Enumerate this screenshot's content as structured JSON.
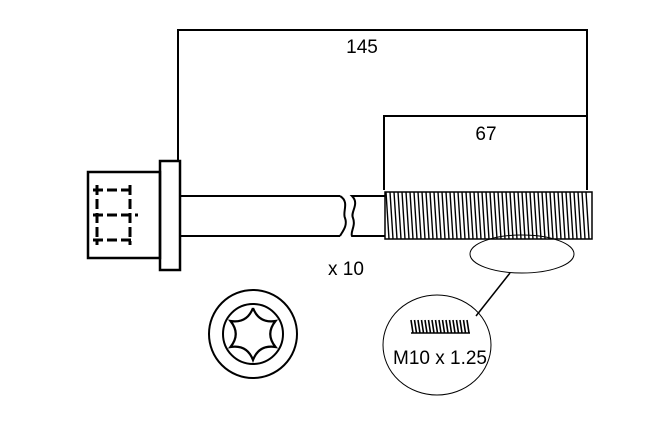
{
  "dimensions": {
    "overall_length": "145",
    "thread_length": "67"
  },
  "quantity": "x 10",
  "thread_spec": "M10 x 1.25",
  "colors": {
    "line": "#000000",
    "background": "#ffffff"
  },
  "drive_type_icon": "torx-drive-icon"
}
